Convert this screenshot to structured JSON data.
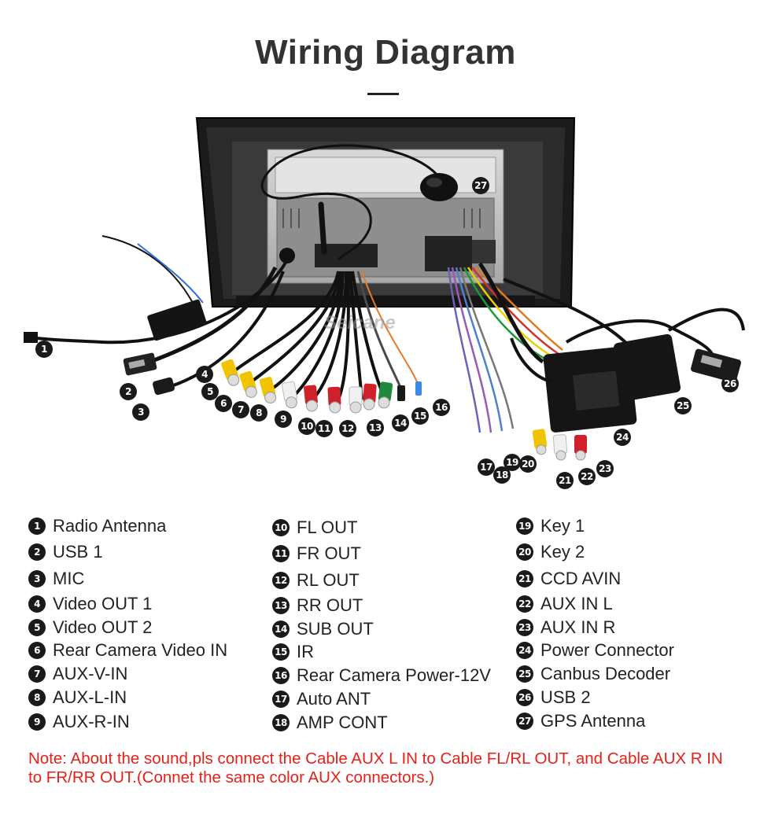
{
  "header": {
    "title": "Wiring Diagram"
  },
  "diagram": {
    "watermark": "Seicane"
  },
  "callouts": [
    {
      "n": "1"
    },
    {
      "n": "2"
    },
    {
      "n": "3"
    },
    {
      "n": "4"
    },
    {
      "n": "5"
    },
    {
      "n": "6"
    },
    {
      "n": "7"
    },
    {
      "n": "8"
    },
    {
      "n": "9"
    },
    {
      "n": "10"
    },
    {
      "n": "11"
    },
    {
      "n": "12"
    },
    {
      "n": "13"
    },
    {
      "n": "14"
    },
    {
      "n": "15"
    },
    {
      "n": "16"
    },
    {
      "n": "17"
    },
    {
      "n": "18"
    },
    {
      "n": "19"
    },
    {
      "n": "20"
    },
    {
      "n": "21"
    },
    {
      "n": "22"
    },
    {
      "n": "23"
    },
    {
      "n": "24"
    },
    {
      "n": "25"
    },
    {
      "n": "26"
    },
    {
      "n": "27"
    }
  ],
  "legend": {
    "col1": [
      {
        "n": "1",
        "label": "Radio Antenna"
      },
      {
        "n": "2",
        "label": "USB 1"
      },
      {
        "n": "3",
        "label": "MIC"
      },
      {
        "n": "4",
        "label": "Video OUT 1"
      },
      {
        "n": "5",
        "label": "Video OUT 2"
      },
      {
        "n": "6",
        "label": "Rear Camera Video IN"
      },
      {
        "n": "7",
        "label": "AUX-V-IN"
      },
      {
        "n": "8",
        "label": "AUX-L-IN"
      },
      {
        "n": "9",
        "label": "AUX-R-IN"
      }
    ],
    "col2": [
      {
        "n": "10",
        "label": "FL OUT"
      },
      {
        "n": "11",
        "label": "FR OUT"
      },
      {
        "n": "12",
        "label": "RL OUT"
      },
      {
        "n": "13",
        "label": "RR OUT"
      },
      {
        "n": "14",
        "label": "SUB OUT"
      },
      {
        "n": "15",
        "label": "IR"
      },
      {
        "n": "16",
        "label": "Rear Camera Power-12V"
      },
      {
        "n": "17",
        "label": "Auto ANT"
      },
      {
        "n": "18",
        "label": "AMP CONT"
      }
    ],
    "col3": [
      {
        "n": "19",
        "label": "Key 1"
      },
      {
        "n": "20",
        "label": "Key 2"
      },
      {
        "n": "21",
        "label": "CCD AVIN"
      },
      {
        "n": "22",
        "label": "AUX IN L"
      },
      {
        "n": "23",
        "label": "AUX IN R"
      },
      {
        "n": "24",
        "label": "Power Connector"
      },
      {
        "n": "25",
        "label": "Canbus Decoder"
      },
      {
        "n": "26",
        "label": "USB 2"
      },
      {
        "n": "27",
        "label": "GPS Antenna"
      }
    ]
  },
  "note": "Note: About the sound,pls connect the Cable AUX L IN to Cable FL/RL OUT, and Cable AUX R IN to FR/RR OUT.(Connet the same color AUX connectors.)",
  "colors": {
    "note": "#e8201a",
    "badge": "#1a1a1a",
    "rca_yellow": "#f2c400",
    "rca_red": "#d0202a",
    "rca_white": "#f0f0f0",
    "rca_green": "#1f8a3c"
  }
}
